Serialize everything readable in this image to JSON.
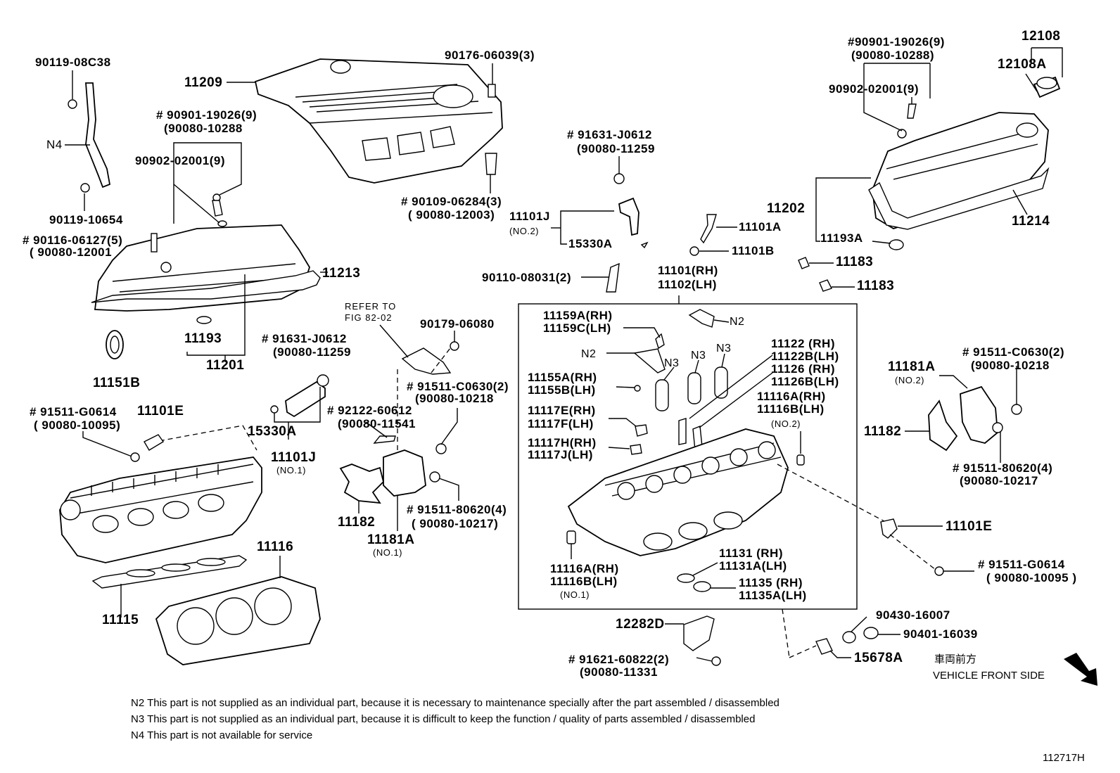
{
  "labels": {
    "p90119_08c38": "90119-08C38",
    "n4_left": "N4",
    "p90119_10654": "90119-10654",
    "p11209": "11209",
    "p90176_06039": "90176-06039(3)",
    "l_90901_a": "# 90901-19026(9)",
    "l_90080_10288_a": "(90080-10288",
    "l_90902_a": "90902-02001(9)",
    "l_90116": "# 90116-06127(5)",
    "l_90080_12001": "( 90080-12001",
    "l_90109": "# 90109-06284(3)",
    "l_90080_12003": "( 90080-12003)",
    "l_11213": "11213",
    "l_11193": "11193",
    "l_11201": "11201",
    "l_11151b": "11151B",
    "l_91631_a": "# 91631-J0612",
    "l_90080_11259_a": "(90080-11259",
    "l_91631_b": "# 91631-J0612",
    "l_90080_11259_b": "(90080-11259",
    "l_11101j_2": "11101J",
    "l_no2_a": "(NO.2)",
    "l_15330a_a": "15330A",
    "l_90110": "90110-08031(2)",
    "l_11101a": "11101A",
    "l_11101b": "11101B",
    "l_11101rh": "11101(RH)",
    "l_11102lh": "11102(LH)",
    "l_90901_b": "#90901-19026(9)",
    "l_90080_10288_b": "(90080-10288)",
    "l_90902_b": "90902-02001(9)",
    "l_12108": "12108",
    "l_12108a": "12108A",
    "l_11202": "11202",
    "l_11214": "11214",
    "l_11193a": "11193A",
    "l_11183_a": "11183",
    "l_11183_b": "11183",
    "l_refer": "REFER TO",
    "l_fig": "FIG 82-02",
    "l_90179": "90179-06080",
    "l_91511c_a": "# 91511-C0630(2)",
    "l_90080_10218_a": "(90080-10218",
    "l_92122": "# 92122-60612",
    "l_90080_11541": "(90080-11541",
    "l_91511g_a": "# 91511-G0614",
    "l_90080_10095_a": "( 90080-10095)",
    "l_11101e_a": "11101E",
    "l_15330a_b": "15330A",
    "l_11101j_1": "11101J",
    "l_no1_a": "(NO.1)",
    "l_11182_a": "11182",
    "l_11181a_a": "11181A",
    "l_no1_b": "(NO.1)",
    "l_91511_8_a": "# 91511-80620(4)",
    "l_90080_10217_a": "( 90080-10217)",
    "l_11116": "11116",
    "l_11115": "11115",
    "l_11159a": "11159A(RH)",
    "l_11159c": "11159C(LH)",
    "l_n2_a": "N2",
    "l_n2_b": "N2",
    "l_n3_a": "N3",
    "l_n3_b": "N3",
    "l_n3_c": "N3",
    "l_11155a": "11155A(RH)",
    "l_11155b": "11155B(LH)",
    "l_11117e": "11117E(RH)",
    "l_11117f": "11117F(LH)",
    "l_11117h": "11117H(RH)",
    "l_11117j": "11117J(LH)",
    "l_11122": "11122  (RH)",
    "l_11122b": "11122B(LH)",
    "l_11126": "11126  (RH)",
    "l_11126b": "11126B(LH)",
    "l_11116a_2": "11116A(RH)",
    "l_11116b_2": "11116B(LH)",
    "l_no2_b": "(NO.2)",
    "l_11116a_1": "11116A(RH)",
    "l_11116b_1": "11116B(LH)",
    "l_no1_c": "(NO.1)",
    "l_11131": "11131  (RH)",
    "l_11131a": "11131A(LH)",
    "l_11135": "11135  (RH)",
    "l_11135a": "11135A(LH)",
    "l_11181a_b": "11181A",
    "l_no2_c": "(NO.2)",
    "l_91511c_b": "# 91511-C0630(2)",
    "l_90080_10218_b": "(90080-10218",
    "l_11182_b": "11182",
    "l_91511_8_b": "# 91511-80620(4)",
    "l_90080_10217_b": "(90080-10217",
    "l_11101e_b": "11101E",
    "l_91511g_b": "# 91511-G0614",
    "l_90080_10095_b": "( 90080-10095 )",
    "l_12282d": "12282D",
    "l_91621": "# 91621-60822(2)",
    "l_90080_11331": "(90080-11331",
    "l_90430": "90430-16007",
    "l_90401": "90401-16039",
    "l_15678a": "15678A",
    "l_front_cn": "車両前方",
    "l_front_en": "VEHICLE FRONT SIDE",
    "l_code": "112717H"
  },
  "notes": {
    "n2": "N2 This part is not supplied as an individual part, because it is necessary to maintenance specially after the part assembled / disassembled",
    "n3": "N3 This part is not supplied as an individual part, because it is difficult to keep the function / quality of parts  assembled / disassembled",
    "n4": "N4 This part is not available for service"
  },
  "icons": [
    "front-arrow-icon"
  ],
  "colors": {
    "ink": "#000000",
    "paper": "#ffffff"
  }
}
